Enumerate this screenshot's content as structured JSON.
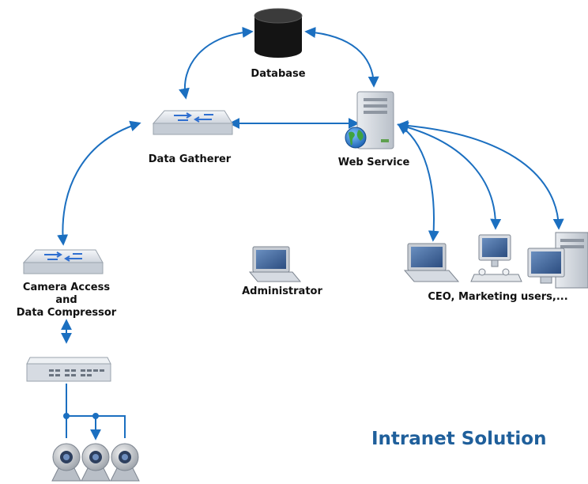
{
  "nodes": {
    "database": "Database",
    "data_gatherer": "Data Gatherer",
    "web_service": "Web Service",
    "camera_access": [
      "Camera Access",
      "and",
      "Data Compressor"
    ],
    "administrator": "Administrator",
    "users": "CEO, Marketing users,..."
  },
  "title": "Intranet Solution",
  "colors": {
    "connector": "#1b6fc0",
    "title": "#1f5f9b",
    "device_gray": "#d9dde3",
    "database_black": "#141414"
  },
  "icons": [
    "database-icon",
    "switch-icon",
    "server-icon",
    "globe-icon",
    "laptop-icon",
    "desktop-icon",
    "tower-icon",
    "hub-icon",
    "webcam-icon"
  ]
}
